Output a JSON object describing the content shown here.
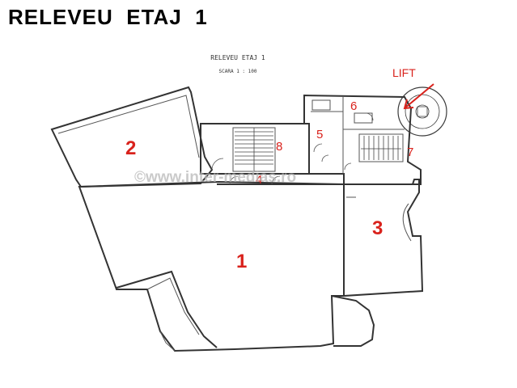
{
  "title": "RELEVEU  ETAJ  1",
  "plan": {
    "sheet_title": "RELEVEU ETAJ 1",
    "sheet_scale": "SCARA 1 : 100",
    "watermark": "©www.inter-medias.ro",
    "lift_label": "LIFT",
    "room_numbers": [
      "1",
      "2",
      "3",
      "4",
      "5",
      "6",
      "7",
      "8"
    ],
    "colors": {
      "label": "#d9221c",
      "wall": "#333333",
      "watermark": "#b8b8b8"
    }
  }
}
